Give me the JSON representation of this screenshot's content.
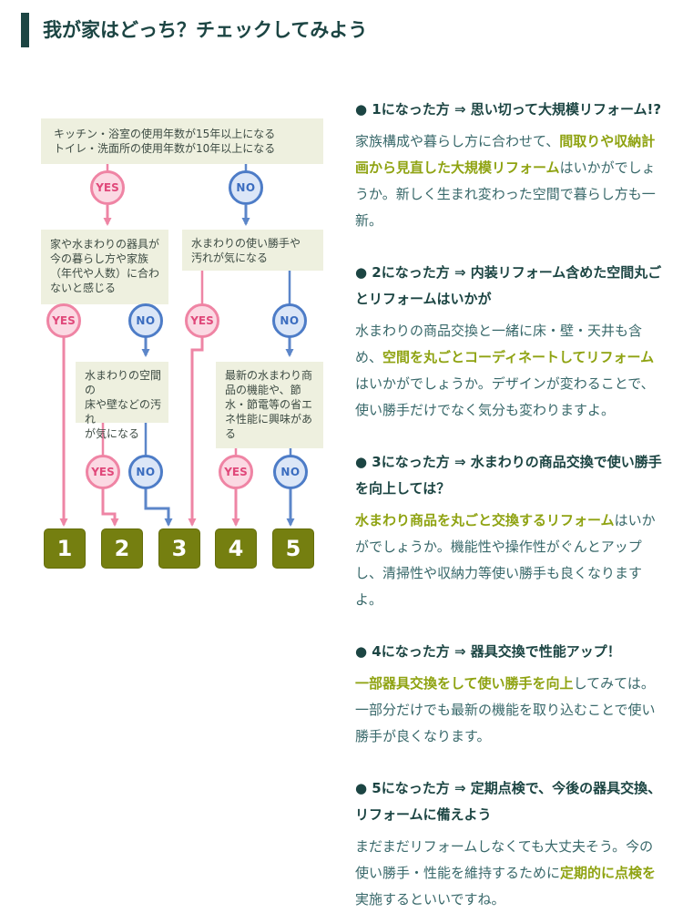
{
  "page": {
    "title": "我が家はどっち？チェックしてみよう"
  },
  "colors": {
    "accent_teal": "#1c4543",
    "yes_pink": "#e0487a",
    "no_blue": "#3a6cbf",
    "result_box_green": "#757f10",
    "highlight_green": "#8fa312",
    "question_box_bg": "#eef0df"
  },
  "flow": {
    "yes": "YES",
    "no": "NO",
    "q_top": "キッチン・浴室の使用年数が15年以上になる\nトイレ・洗面所の使用年数が10年以上になる",
    "q_left": "家や水まわりの器具が\n今の暮らし方や家族\n（年代や人数）に合わ\nないと感じる",
    "q_right": "水まわりの使い勝手や\n汚れが気になる",
    "q_left_sub": "水まわりの空間の\n床や壁などの汚れ\nが気になる",
    "q_right_sub": "最新の水まわり商\n品の機能や、節\n水・節電等の省エ\nネ性能に興味があ\nる",
    "numbers": [
      "1",
      "2",
      "3",
      "4",
      "5"
    ]
  },
  "results": [
    {
      "heading": "● 1になった方 ⇒ 思い切って大規模リフォーム!?",
      "body": [
        {
          "text": "家族構成や暮らし方に合わせて、",
          "highlight": false
        },
        {
          "text": "間取りや収納計画から見直した大規模リフォーム",
          "highlight": true
        },
        {
          "text": "はいかがでしょうか。新しく生まれ変わった空間で暮らし方も一新。",
          "highlight": false
        }
      ]
    },
    {
      "heading": "● 2になった方 ⇒ 内装リフォーム含めた空間丸ごとリフォームはいかが",
      "body": [
        {
          "text": "水まわりの商品交換と一緒に床・壁・天井も含め、",
          "highlight": false
        },
        {
          "text": "空間を丸ごとコーディネートしてリフォーム",
          "highlight": true
        },
        {
          "text": "はいかがでしょうか。デザインが変わることで、使い勝手だけでなく気分も変わりますよ。",
          "highlight": false
        }
      ]
    },
    {
      "heading": "● 3になった方 ⇒ 水まわりの商品交換で使い勝手を向上しては？",
      "body": [
        {
          "text": "水まわり商品を丸ごと交換するリフォーム",
          "highlight": true
        },
        {
          "text": "はいかがでしょうか。機能性や操作性がぐんとアップし、清掃性や収納力等使い勝手も良くなりますよ。",
          "highlight": false
        }
      ]
    },
    {
      "heading": "● 4になった方 ⇒ 器具交換で性能アップ！",
      "body": [
        {
          "text": "一部器具交換をして使い勝手を向上",
          "highlight": true
        },
        {
          "text": "してみては。一部分だけでも最新の機能を取り込むことで使い勝手が良くなります。",
          "highlight": false
        }
      ]
    },
    {
      "heading": "● 5になった方 ⇒ 定期点検で、今後の器具交換、リフォームに備えよう",
      "body": [
        {
          "text": "まだまだリフォームしなくても大丈夫そう。今の使い勝手・性能を維持するために",
          "highlight": false
        },
        {
          "text": "定期的に点検を",
          "highlight": true
        },
        {
          "text": "実施するといいですね。",
          "highlight": false
        }
      ]
    }
  ]
}
